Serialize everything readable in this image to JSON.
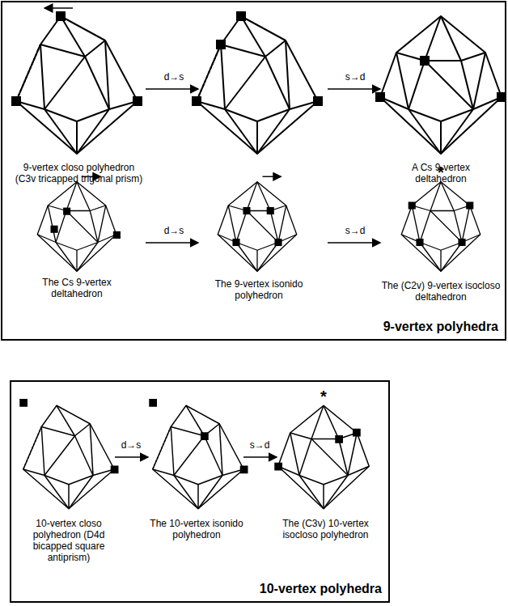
{
  "diagram": {
    "nodes": [
      {
        "text": [
          "9-vertex polyhedra"
        ]
      },
      {
        "text": [
          "10-vertex polyhedra"
        ]
      }
    ],
    "labels": [
      "d→s",
      "s→d",
      "9-vertex closo polyhedron (C3v tricapped trigonal prism)",
      "A Cs 9-vertex deltahedron",
      "d→s",
      "s→d",
      "The Cs 9-vertex deltahedron",
      "The 9-vertex isonido polyhedron",
      "The (C2v) 9-vertex isocloso deltahedron",
      "*",
      "d→s",
      "s→d",
      "10-vertex closo polyhedron (D4d bicapped square antiprism)",
      "The 10-vertex isonido polyhedron",
      "The (C3v) 10-vertex isocloso polyhedron",
      "*"
    ]
  }
}
